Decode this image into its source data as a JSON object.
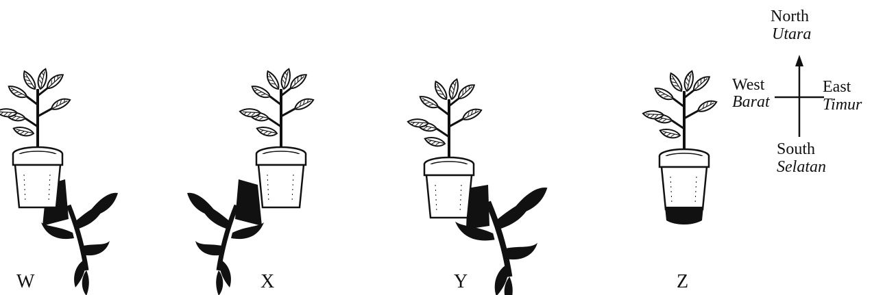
{
  "plants": [
    {
      "label": "W"
    },
    {
      "label": "X"
    },
    {
      "label": "Y"
    },
    {
      "label": "Z"
    }
  ],
  "compass": {
    "north": {
      "en": "North",
      "ms": "Utara"
    },
    "south": {
      "en": "South",
      "ms": "Selatan"
    },
    "west": {
      "en": "West",
      "ms": "Barat"
    },
    "east": {
      "en": "East",
      "ms": "Timur"
    }
  }
}
